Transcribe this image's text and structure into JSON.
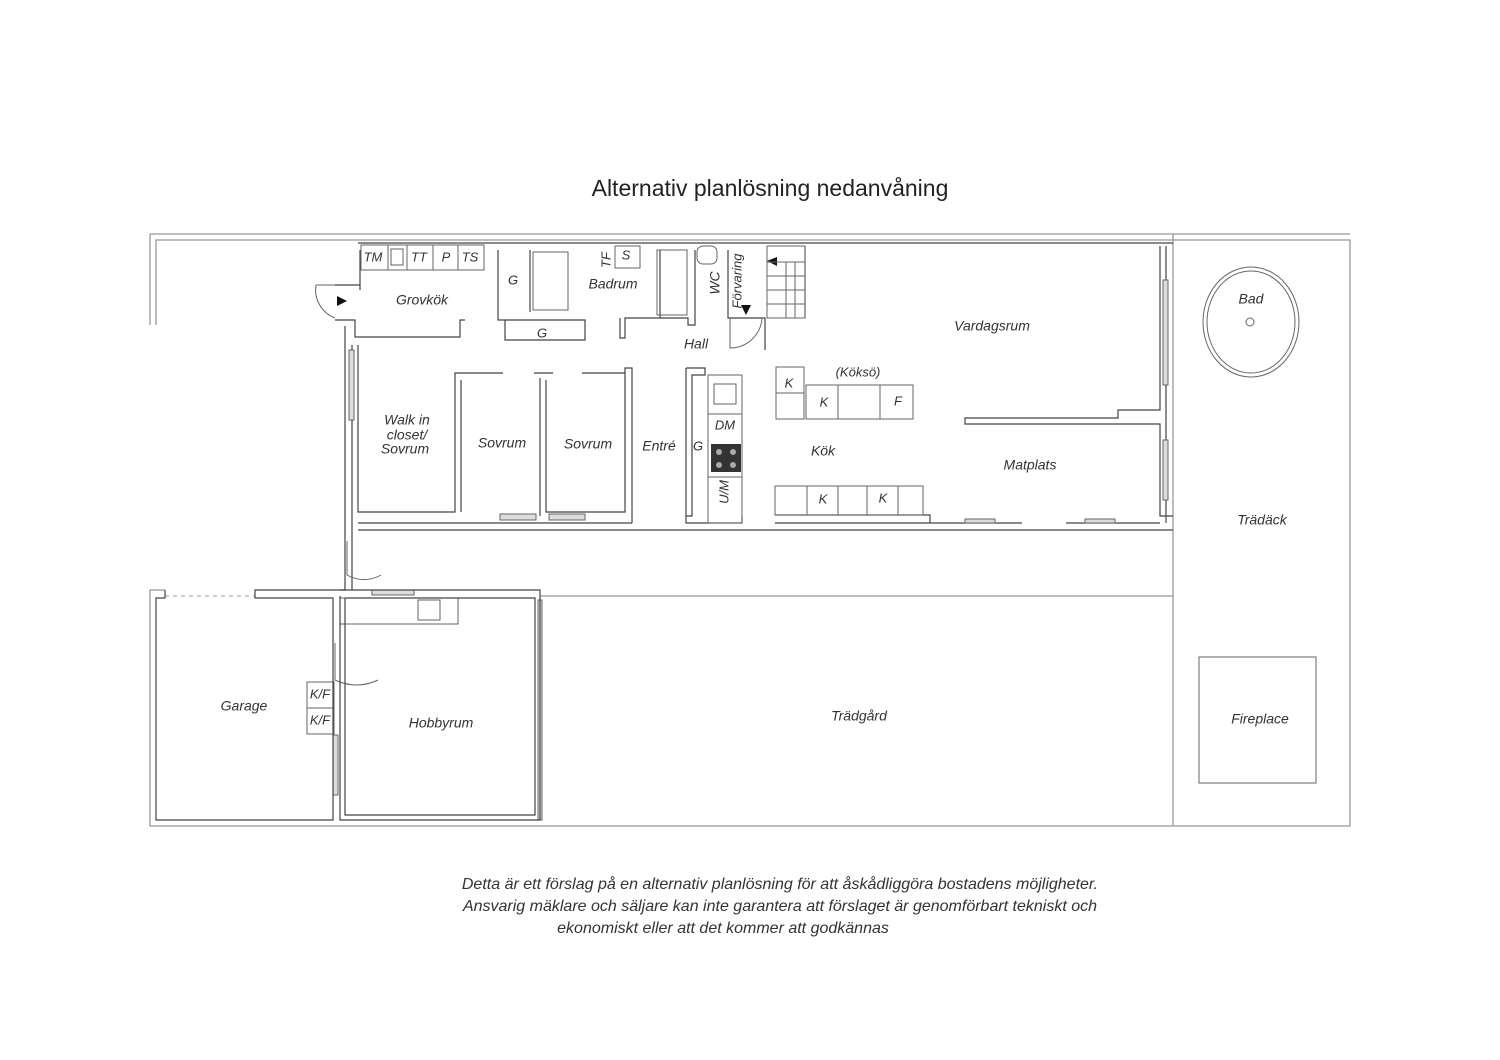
{
  "title": "Alternativ planlösning nedanvåning",
  "rooms": {
    "grovkok": "Grovkök",
    "badrum": "Badrum",
    "wc": "WC",
    "forvaring": "Förvaring",
    "hall": "Hall",
    "vardagsrum": "Vardagsrum",
    "bad": "Bad",
    "koksö": "(Köksö)",
    "walkin": [
      "Walk in",
      "closet/",
      "Sovrum"
    ],
    "sovrum1": "Sovrum",
    "sovrum2": "Sovrum",
    "entre": "Entré",
    "kok": "Kök",
    "matplats": "Matplats",
    "tradack": "Trädäck",
    "garage": "Garage",
    "hobbyrum": "Hobbyrum",
    "tradgard": "Trädgård",
    "fireplace": "Fireplace"
  },
  "fixtures": {
    "tm": "TM",
    "tt": "TT",
    "p": "P",
    "ts": "TS",
    "g1": "G",
    "g2": "G",
    "g3": "G",
    "s": "S",
    "tf": "TF",
    "dm": "DM",
    "um": "U/M",
    "k1": "K",
    "k2": "K",
    "f": "F",
    "k3": "K",
    "k4": "K",
    "kf1": "K/F",
    "kf2": "K/F"
  },
  "disclaimer": [
    "Detta är ett förslag på en alternativ planlösning för att åskådliggöra bostadens möjligheter.",
    "Ansvarig mäklare och säljare kan inte garantera att förslaget är genomförbart tekniskt och",
    "ekonomiskt eller att det kommer att godkännas"
  ]
}
